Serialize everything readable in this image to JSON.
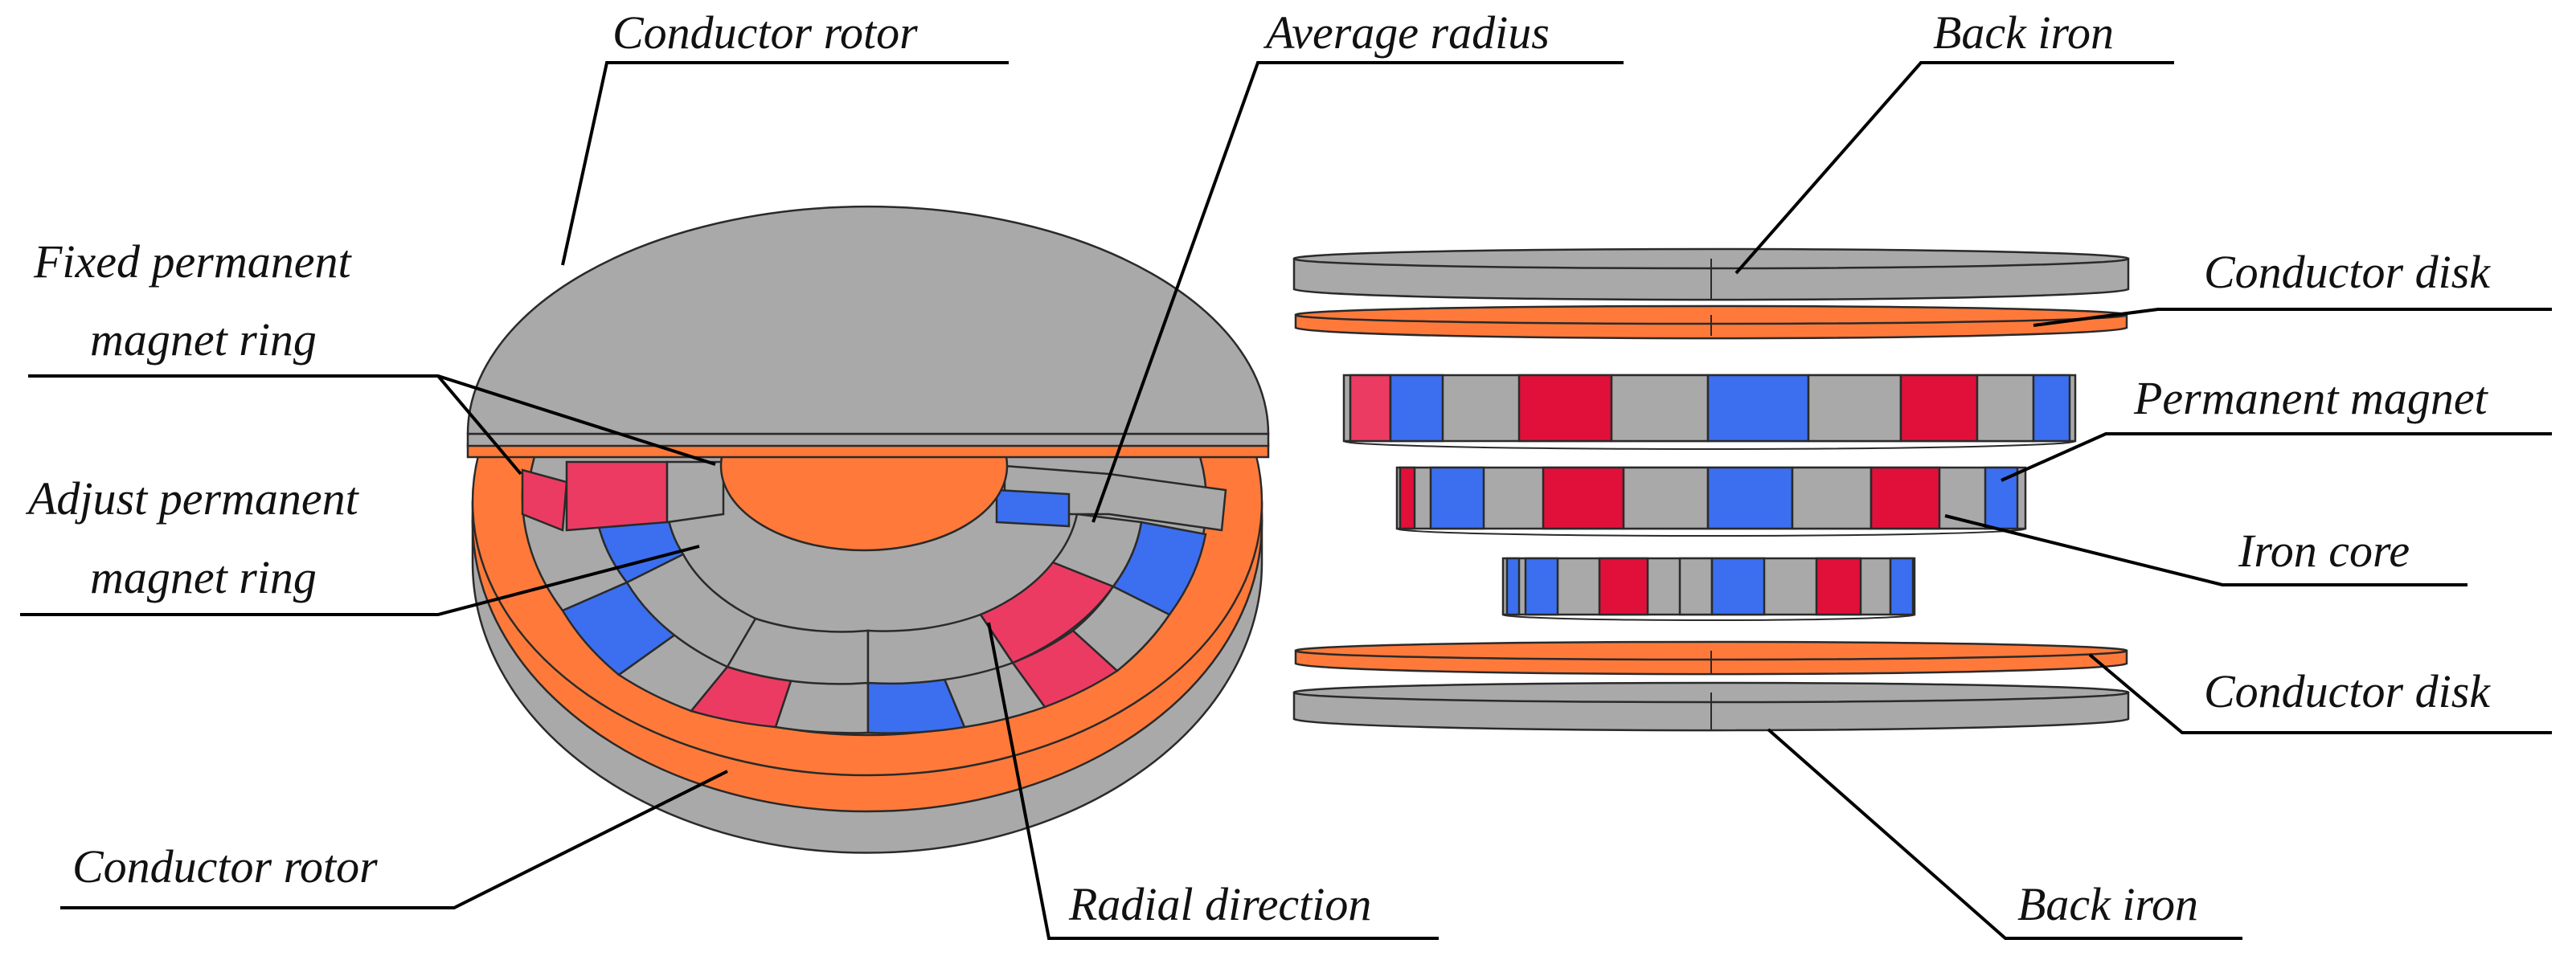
{
  "labels": {
    "conductor_rotor_top": "Conductor rotor",
    "average_radius": "Average radius",
    "back_iron_top": "Back iron",
    "fixed_pm_ring_line1": "Fixed permanent",
    "fixed_pm_ring_line2": "magnet ring",
    "adjust_pm_ring_line1": "Adjust permanent",
    "adjust_pm_ring_line2": "magnet ring",
    "conductor_rotor_bottom": "Conductor rotor",
    "radial_direction": "Radial direction",
    "conductor_disk_top": "Conductor disk",
    "permanent_magnet": "Permanent magnet",
    "iron_core": "Iron core",
    "conductor_disk_bottom": "Conductor disk",
    "back_iron_bottom": "Back iron"
  },
  "colors": {
    "conductor": "#ff7a3a",
    "iron": "#a9a9a9",
    "magnet_north": "#ec3b63",
    "magnet_south": "#3b6ff0",
    "magnet_red_dark": "#e0103a"
  }
}
